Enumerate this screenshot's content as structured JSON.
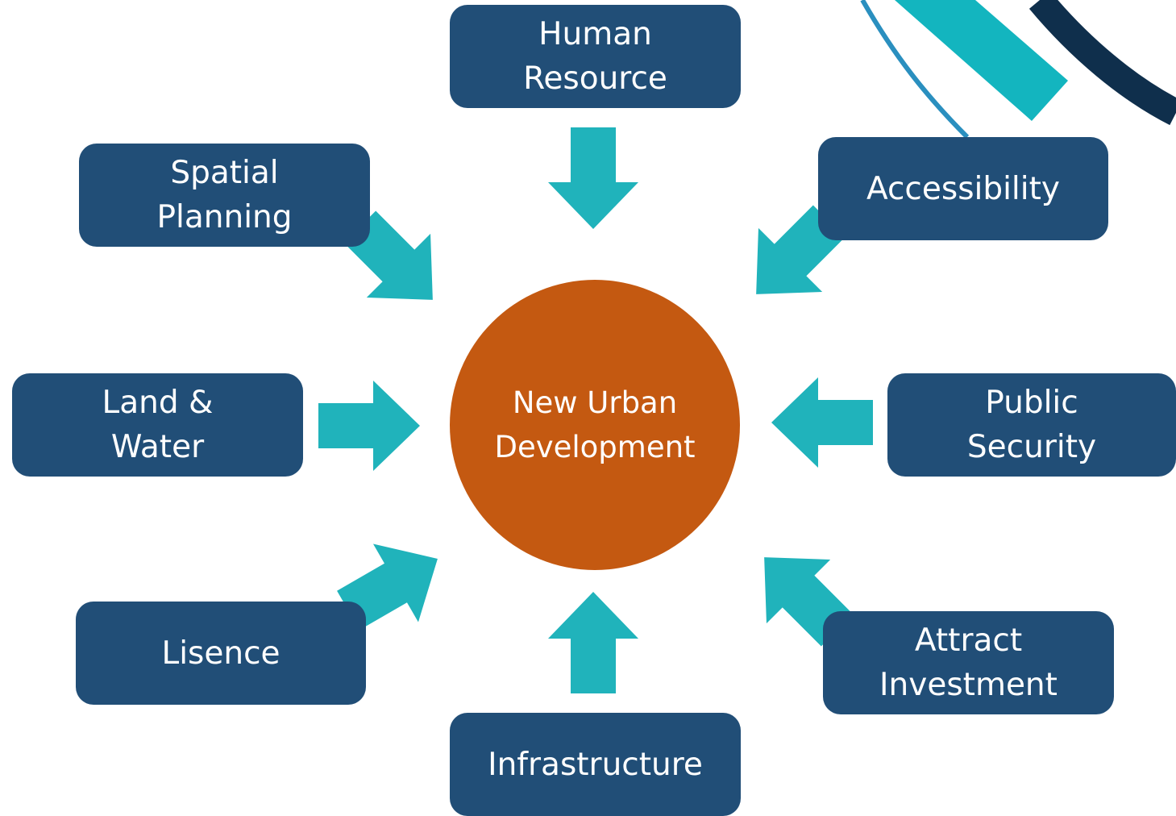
{
  "diagram": {
    "center": {
      "label": "New Urban\nDevelopment"
    },
    "nodes": {
      "human_resource": "Human\nResource",
      "spatial_planning": "Spatial\nPlanning",
      "accessibility": "Accessibility",
      "land_water": "Land &\nWater",
      "public_security": "Public\nSecurity",
      "lisence": "Lisence",
      "attract_investment": "Attract\nInvestment",
      "infrastructure": "Infrastructure"
    }
  },
  "colors": {
    "node_fill": "#214e77",
    "center_fill": "#c45911",
    "arrow_fill": "#20b3bb",
    "decor_teal": "#13b5bf",
    "decor_navy": "#0f2f4c",
    "decor_blue": "#2a8fbf"
  }
}
